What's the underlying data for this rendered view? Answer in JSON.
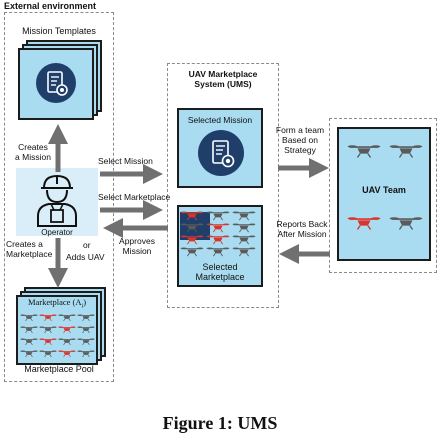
{
  "external": {
    "title": "External environment",
    "mission_templates": "Mission Templates",
    "creates_mission": "Creates\na Mission",
    "operator": "Operator",
    "creates_marketplace": "Creates a\nMarketplace",
    "or": "or",
    "adds_uav": "Adds UAV",
    "marketplace_card_title": "Marketplace (A",
    "marketplace_card_subscript": "i",
    "marketplace_pool": "Marketplace Pool"
  },
  "ums": {
    "title": "UAV Marketplace\nSystem (UMS)",
    "selected_mission": "Selected Mission",
    "selected_marketplace": "Selected\nMarketplace"
  },
  "edges": {
    "select_mission": "Select Mission",
    "select_marketplace": "Select Marketplace",
    "approves_mission": "Approves\nMission",
    "form_team": "Form a team\nBased on\nStrategy",
    "reports_back": "Reports Back\nAfter Mission"
  },
  "uav_team": {
    "title": "UAV Team"
  },
  "figure": {
    "caption": "Figure 1: UMS"
  },
  "colors": {
    "card_fill": "#a9dcf1",
    "navy": "#1f3f6a",
    "arrow": "#707070",
    "drone_red": "#d9352c"
  }
}
